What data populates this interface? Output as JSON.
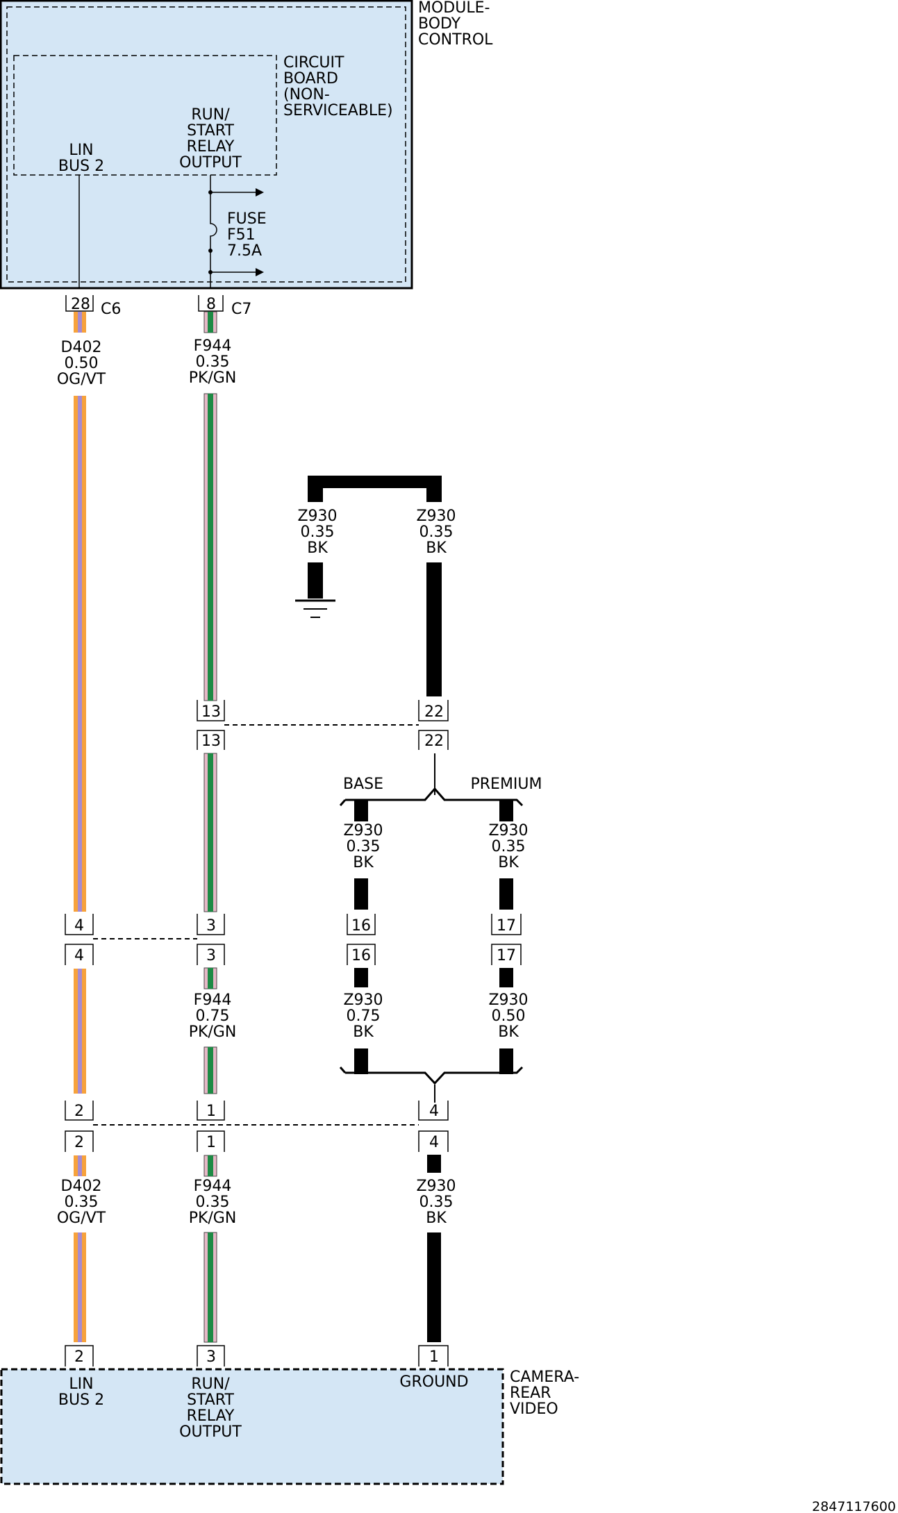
{
  "modules": {
    "bcm": {
      "name": [
        "MODULE-",
        "BODY",
        "CONTROL"
      ]
    },
    "circuit_board": {
      "name": [
        "CIRCUIT",
        "BOARD",
        "(NON-",
        "SERVICEABLE)"
      ]
    },
    "camera": {
      "name": [
        "CAMERA-",
        "REAR",
        "VIDEO"
      ]
    }
  },
  "bcm_pins": {
    "lin": [
      "LIN",
      "BUS 2"
    ],
    "run_start": [
      "RUN/",
      "START",
      "RELAY",
      "OUTPUT"
    ]
  },
  "fuse": [
    "FUSE",
    "F51",
    "7.5A"
  ],
  "connectors": {
    "c6": {
      "pin": "28",
      "name": "C6"
    },
    "c7": {
      "pin": "8",
      "name": "C7"
    }
  },
  "wires": {
    "d402_top": [
      "D402",
      "0.50",
      "OG/VT"
    ],
    "f944_top": [
      "F944",
      "0.35",
      "PK/GN"
    ],
    "z930_left": [
      "Z930",
      "0.35",
      "BK"
    ],
    "z930_right": [
      "Z930",
      "0.35",
      "BK"
    ],
    "z930_base_top": [
      "Z930",
      "0.35",
      "BK"
    ],
    "z930_prem_top": [
      "Z930",
      "0.35",
      "BK"
    ],
    "f944_mid": [
      "F944",
      "0.75",
      "PK/GN"
    ],
    "z930_base_bot": [
      "Z930",
      "0.75",
      "BK"
    ],
    "z930_prem_bot": [
      "Z930",
      "0.50",
      "BK"
    ],
    "d402_bot": [
      "D402",
      "0.35",
      "OG/VT"
    ],
    "f944_bot": [
      "F944",
      "0.35",
      "PK/GN"
    ],
    "z930_bot": [
      "Z930",
      "0.35",
      "BK"
    ]
  },
  "pins": {
    "j13a": "13",
    "j22a": "22",
    "j13b": "13",
    "j22b": "22",
    "j4a": "4",
    "j3a": "3",
    "j16a": "16",
    "j17a": "17",
    "j4b": "4",
    "j3b": "3",
    "j16b": "16",
    "j17b": "17",
    "j2a": "2",
    "j1a": "1",
    "j4c": "4",
    "j2b": "2",
    "j1b": "1",
    "j4d": "4",
    "cam2": "2",
    "cam3": "3",
    "cam1": "1"
  },
  "options": {
    "base": "BASE",
    "premium": "PREMIUM"
  },
  "camera_pins": {
    "lin": [
      "LIN",
      "BUS 2"
    ],
    "run_start": [
      "RUN/",
      "START",
      "RELAY",
      "OUTPUT"
    ],
    "ground": "GROUND"
  },
  "figure_id": "2847117600",
  "colors": {
    "module_fill": "#d4e6f5",
    "orange": "#f7a23c",
    "violet": "#a78bd0",
    "pink": "#e7b7c7",
    "green": "#1e8a45",
    "black": "#000000"
  }
}
